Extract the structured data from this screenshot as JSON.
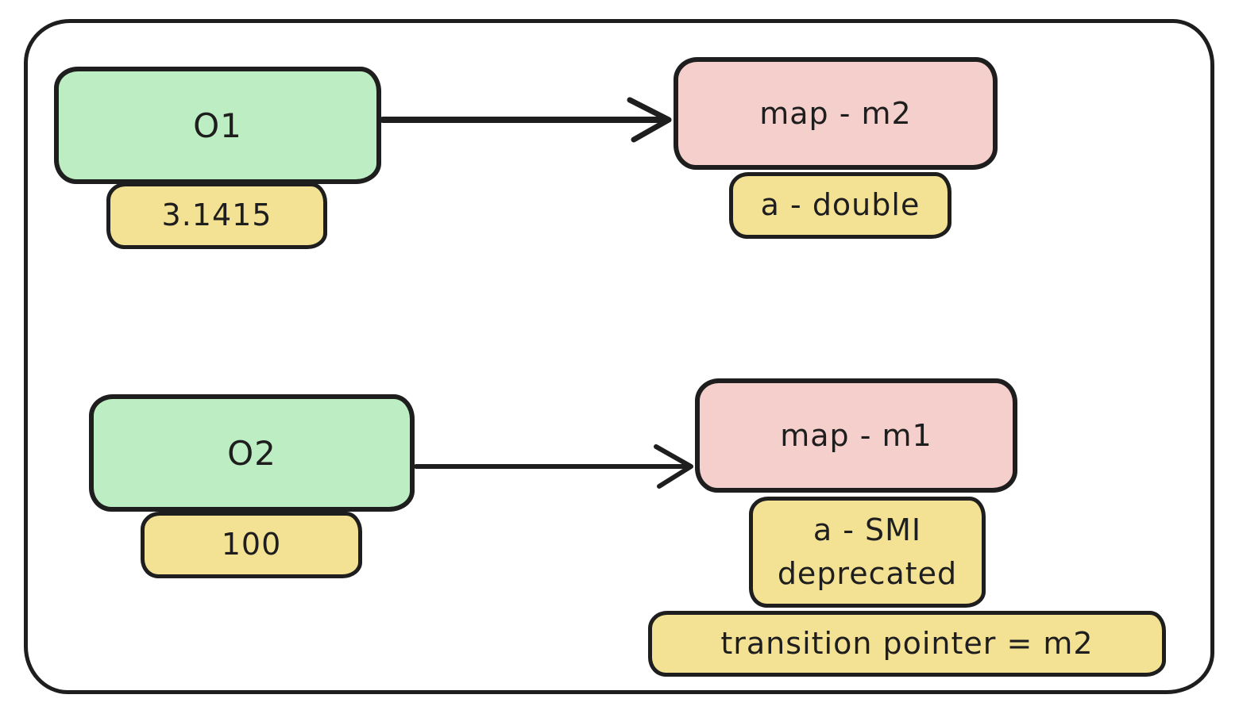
{
  "colors": {
    "background": "#ffffff",
    "stroke": "#1e1e1e",
    "object_fill": "#bdedc2",
    "map_fill": "#f4cfcb",
    "label_fill": "#f4e294"
  },
  "nodes": {
    "o1": {
      "label": "O1",
      "value": "3.1415"
    },
    "m2": {
      "label": "map - m2",
      "field": "a - double"
    },
    "o2": {
      "label": "O2",
      "value": "100"
    },
    "m1": {
      "label": "map - m1",
      "field_line1": "a - SMI",
      "field_line2": "deprecated",
      "transition": "transition pointer = m2"
    }
  },
  "edges": [
    {
      "id": "o1-to-m2",
      "from": "O1",
      "to": "map - m2"
    },
    {
      "id": "o2-to-m1",
      "from": "O2",
      "to": "map - m1"
    }
  ]
}
